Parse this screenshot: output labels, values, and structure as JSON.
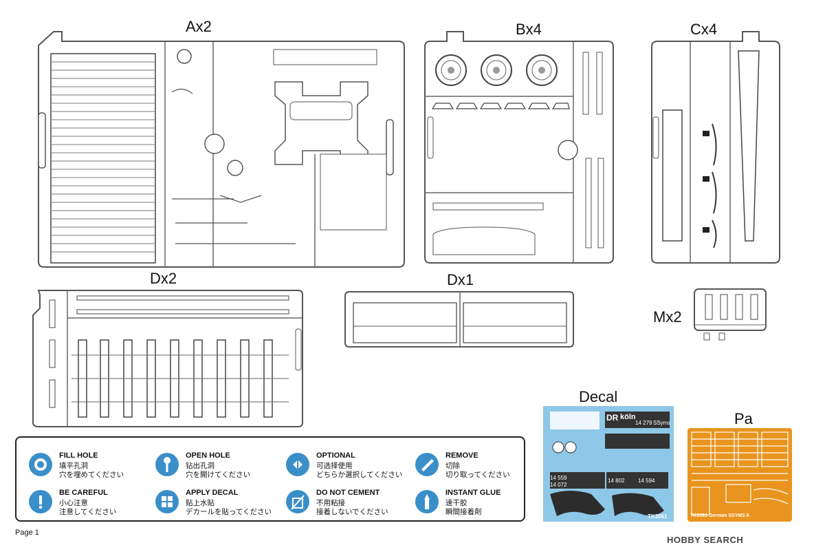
{
  "sprues": {
    "a": "Ax2",
    "b": "Bx4",
    "c": "Cx4",
    "d2": "Dx2",
    "d1": "Dx1",
    "m": "Mx2",
    "decal": "Decal",
    "pa": "Pa"
  },
  "sprue_letters": {
    "a": "A",
    "b": "B",
    "c": "C",
    "d": "D"
  },
  "decal_text": {
    "dr": "DR",
    "koln": "köln",
    "num1": "14 279",
    "ssyms": "SSyms",
    "n559": "14 559",
    "n072": "14 072",
    "n802": "14 802",
    "n594": "14 594",
    "code": "TK3561"
  },
  "pe_text": "TK3561 German SSYMS 6",
  "legend": [
    {
      "icon": "fill-hole-icon",
      "title": "FILL HOLE",
      "zh": "填平孔洞",
      "ja": "穴を埋めてください"
    },
    {
      "icon": "open-hole-icon",
      "title": "OPEN HOLE",
      "zh": "钻出孔洞",
      "ja": "穴を開けてください"
    },
    {
      "icon": "optional-icon",
      "title": "OPTIONAL",
      "zh": "可选择使用",
      "ja": "どちらか選択してください"
    },
    {
      "icon": "remove-icon",
      "title": "REMOVE",
      "zh": "切除",
      "ja": "切り取ってください"
    },
    {
      "icon": "be-careful-icon",
      "title": "BE CAREFUL",
      "zh": "小心注意",
      "ja": "注意してください"
    },
    {
      "icon": "apply-decal-icon",
      "title": "APPLY DECAL",
      "zh": "贴上水贴",
      "ja": "デカールを貼ってください"
    },
    {
      "icon": "do-not-cement-icon",
      "title": "DO NOT CEMENT",
      "zh": "不用粘接",
      "ja": "接着しないでください"
    },
    {
      "icon": "instant-glue-icon",
      "title": "INSTANT GLUE",
      "zh": "速干胶",
      "ja": "瞬間接着剤"
    }
  ],
  "page_label": "Page 1",
  "watermark": "HOBBY SEARCH",
  "colors": {
    "legend_icon": "#3b8fc9",
    "decal_bg": "#8ec8e8",
    "pe_bg": "#e8941e"
  }
}
